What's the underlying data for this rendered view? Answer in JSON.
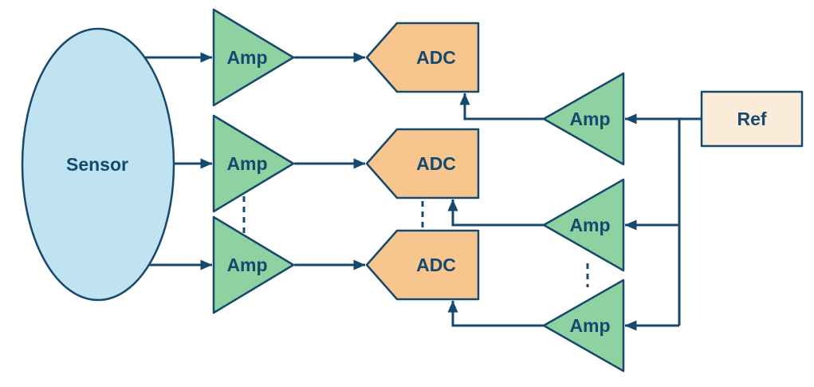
{
  "diagram": {
    "type": "signal-chain-block-diagram",
    "nodes": [
      {
        "id": "sensor",
        "label": "Sensor",
        "shape": "ellipse",
        "fill": "#bfe3f0"
      },
      {
        "id": "input-amp-1",
        "label": "Amp",
        "shape": "triangle-right",
        "fill": "#8ed2a2"
      },
      {
        "id": "input-amp-2",
        "label": "Amp",
        "shape": "triangle-right",
        "fill": "#8ed2a2"
      },
      {
        "id": "input-amp-3",
        "label": "Amp",
        "shape": "triangle-right",
        "fill": "#8ed2a2"
      },
      {
        "id": "adc-1",
        "label": "ADC",
        "shape": "pentagon-point-left",
        "fill": "#f6c68e"
      },
      {
        "id": "adc-2",
        "label": "ADC",
        "shape": "pentagon-point-left",
        "fill": "#f6c68e"
      },
      {
        "id": "adc-3",
        "label": "ADC",
        "shape": "pentagon-point-left",
        "fill": "#f6c68e"
      },
      {
        "id": "ref-amp-1",
        "label": "Amp",
        "shape": "triangle-left",
        "fill": "#8ed2a2"
      },
      {
        "id": "ref-amp-2",
        "label": "Amp",
        "shape": "triangle-left",
        "fill": "#8ed2a2"
      },
      {
        "id": "ref-amp-3",
        "label": "Amp",
        "shape": "triangle-left",
        "fill": "#8ed2a2"
      },
      {
        "id": "ref",
        "label": "Ref",
        "shape": "rectangle",
        "fill": "#faecd9"
      }
    ],
    "edges": [
      {
        "from": "sensor",
        "to": "input-amp-1"
      },
      {
        "from": "sensor",
        "to": "input-amp-2"
      },
      {
        "from": "sensor",
        "to": "input-amp-3"
      },
      {
        "from": "input-amp-1",
        "to": "adc-1"
      },
      {
        "from": "input-amp-2",
        "to": "adc-2"
      },
      {
        "from": "input-amp-3",
        "to": "adc-3"
      },
      {
        "from": "ref",
        "to": "ref-amp-1"
      },
      {
        "from": "ref",
        "to": "ref-amp-2"
      },
      {
        "from": "ref",
        "to": "ref-amp-3"
      },
      {
        "from": "ref-amp-1",
        "to": "adc-1",
        "port": "reference-input-bottom"
      },
      {
        "from": "ref-amp-2",
        "to": "adc-2",
        "port": "reference-input-bottom"
      },
      {
        "from": "ref-amp-3",
        "to": "adc-3",
        "port": "reference-input-bottom"
      }
    ],
    "ellipsis_dashes": [
      {
        "between": [
          "input-amp-2",
          "input-amp-3"
        ],
        "meaning": "repeated channels omitted"
      },
      {
        "between": [
          "adc-2",
          "adc-3"
        ],
        "meaning": "repeated channels omitted"
      },
      {
        "between": [
          "ref-amp-2",
          "ref-amp-3"
        ],
        "meaning": "repeated channels omitted"
      }
    ],
    "colors": {
      "stroke": "#17496e",
      "sensor_fill": "#bfe3f0",
      "amp_fill": "#8ed2a2",
      "adc_fill": "#f6c68e",
      "ref_fill": "#faecd9",
      "background": "#ffffff"
    }
  }
}
